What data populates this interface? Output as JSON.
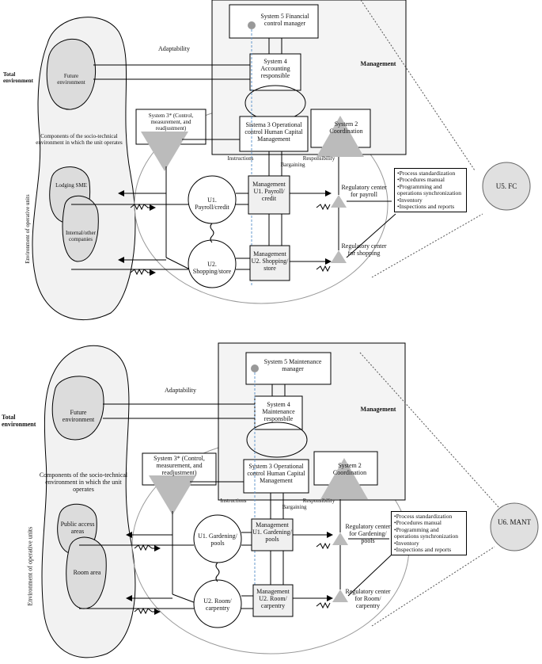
{
  "top": {
    "total_env": "Total environment",
    "future_env": "Future environment",
    "components": "Components of the socio-technical environment in which the unit operates",
    "lodging": "Lodging SME",
    "internal": "Internal/other companies",
    "env_units": "Environment of operative units",
    "adaptability": "Adaptability",
    "management": "Management",
    "sys5": "System 5 Financial control manager",
    "sys4": "System 4 Accounting responsible",
    "sys3star": "System 3* (Control, measurement, and readjustment)",
    "sys3": "Sistema 3 Operational control Human Capital Management",
    "sys2": "System 2 Coordination",
    "instructions": "Instructions",
    "bargaining": "Bargaining",
    "responsibility": "Responsibility",
    "u1": "U1. Payroll/credit",
    "u2": "U2. Shopping/store",
    "mgmt1": "Management U1. Payroll/ credit",
    "mgmt2": "Management U2. Shopping/ store",
    "reg1": "Regulatory center for payroll",
    "reg2": "Regulatory center for shopping",
    "list": [
      "•Process standardization",
      "•Procedures manual",
      "•Programming and operations synchronization",
      "•Inventory",
      "•Inspections and reports"
    ],
    "unit": "U5. FC"
  },
  "bottom": {
    "total_env": "Total environment",
    "future_env": "Future environment",
    "components": "Components of the socio-technical environment in which the unit operates",
    "public": "Public access areas",
    "room": "Room area",
    "env_units": "Environment of operative units",
    "adaptability": "Adaptability",
    "management": "Management",
    "sys5": "System 5 Maintenance manager",
    "sys4": "System 4 Maintenance responsbile",
    "sys3star": "System 3* (Control, measurement, and readjustment)",
    "sys3": "System 3 Operational control Human Capital Management",
    "sys2": "System 2 Coordination",
    "instructions": "Instructions",
    "bargaining": "Bargaining",
    "responsibility": "Responsibility",
    "u1": "U1. Gardening/ pools",
    "u2": "U2. Room/ carpentry",
    "mgmt1": "Management U1. Gardening/ pools",
    "mgmt2": "Management U2. Room/ carpentry",
    "reg1": "Regulatory center for Gardening/ pools",
    "reg2": "Regulatory center for Room/ carpentry",
    "list": [
      "•Process standardization",
      "•Procedures manual",
      "•Programming and operations synchronization",
      "•Inventory",
      "•Inspections and reports"
    ],
    "unit": "U6. MANT"
  }
}
